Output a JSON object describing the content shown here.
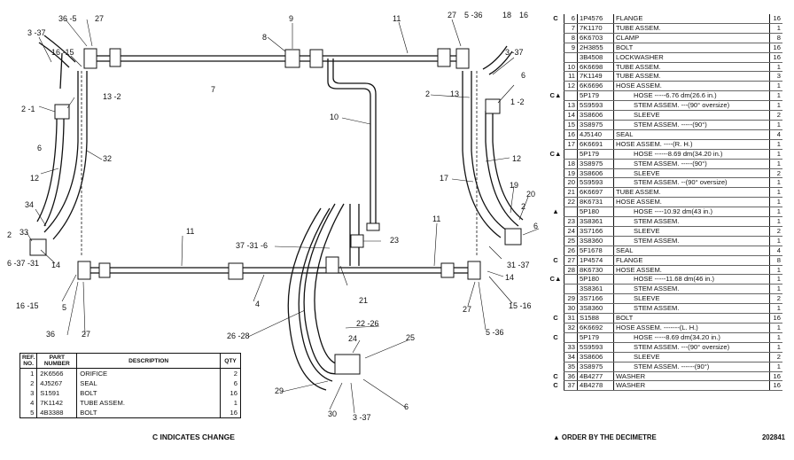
{
  "callouts": {
    "c9": "9",
    "c8": "8",
    "c11a": "11",
    "c27a": "27",
    "c5_36a": "5 -36",
    "c18": "18",
    "c16a": "16",
    "c36_5": "36 -5",
    "c27b": "27",
    "c3_37a": "3 -37",
    "c16_15a": "16 -15",
    "c7": "7",
    "c2_1": "2 -1",
    "c13_2a": "13 -2",
    "c6a": "6",
    "c32": "32",
    "c12a": "12",
    "c34": "34",
    "c2a": "2",
    "c33": "33",
    "c6_37_31": "6 -37 -31",
    "c14a": "14",
    "c16_15b": "16 -15",
    "c36b": "36",
    "c5b": "5",
    "c27c": "27",
    "c11b": "11",
    "c4": "4",
    "c10": "10",
    "c37_31_6": "37 -31 -6",
    "c23": "23",
    "c26_28": "26 -28",
    "c22_26": "22 -26",
    "c21": "21",
    "c24": "24",
    "c25": "25",
    "c29": "29",
    "c30": "30",
    "c3_37b": "3 -37",
    "c6b": "6",
    "c11c": "11",
    "c3_37c": "3 -37",
    "c6c": "6",
    "c2b": "2",
    "c13b": "13",
    "c1_2": "1 -2",
    "c12b": "12",
    "c17": "17",
    "c19": "19",
    "c20": "20",
    "c2c": "2",
    "c6d": "6",
    "c31_37": "31 -37",
    "c14b": "14",
    "c15_16": "15 -16",
    "c27d": "27",
    "c5_36b": "5 -36"
  },
  "small_table": {
    "headers": [
      "REF. NO.",
      "PART NUMBER",
      "DESCRIPTION",
      "QTY"
    ],
    "rows": [
      {
        "ref": "1",
        "part": "2K6566",
        "desc": "ORIFICE",
        "qty": "2"
      },
      {
        "ref": "2",
        "part": "4J5267",
        "desc": "SEAL",
        "qty": "6"
      },
      {
        "ref": "3",
        "part": "S1591",
        "desc": "BOLT",
        "qty": "16"
      },
      {
        "ref": "4",
        "part": "7K1142",
        "desc": "TUBE ASSEM.",
        "qty": "1"
      },
      {
        "ref": "5",
        "part": "4B3388",
        "desc": "BOLT",
        "qty": "16"
      }
    ]
  },
  "change_note": "C INDICATES CHANGE",
  "parts_list": [
    {
      "c": "C",
      "ref": "6",
      "part": "1P4576",
      "desc": "FLANGE",
      "qty": "16"
    },
    {
      "c": "",
      "ref": "7",
      "part": "7K1170",
      "desc": "TUBE ASSEM.",
      "qty": "1"
    },
    {
      "c": "",
      "ref": "8",
      "part": "6K6703",
      "desc": "CLAMP",
      "qty": "8"
    },
    {
      "c": "",
      "ref": "9",
      "part": "2H3855",
      "desc": "BOLT",
      "qty": "16"
    },
    {
      "c": "",
      "ref": "",
      "part": "3B4508",
      "desc": "LOCKWASHER",
      "qty": "16"
    },
    {
      "c": "",
      "ref": "10",
      "part": "6K6698",
      "desc": "TUBE ASSEM.",
      "qty": "1"
    },
    {
      "c": "",
      "ref": "11",
      "part": "7K1149",
      "desc": "TUBE ASSEM.",
      "qty": "3"
    },
    {
      "c": "",
      "ref": "12",
      "part": "6K6696",
      "desc": "HOSE ASSEM.",
      "qty": "1"
    },
    {
      "c": "C▲",
      "ref": "",
      "part": "5P179",
      "desc": "HOSE -----6.76 dm(26.6 in.)",
      "qty": "1",
      "sub": true
    },
    {
      "c": "",
      "ref": "13",
      "part": "5S9593",
      "desc": "STEM ASSEM. ---(90° oversize)",
      "qty": "1",
      "sub": true
    },
    {
      "c": "",
      "ref": "14",
      "part": "3S8606",
      "desc": "SLEEVE",
      "qty": "2",
      "sub": true
    },
    {
      "c": "",
      "ref": "15",
      "part": "3S8975",
      "desc": "STEM ASSEM. -----(90°)",
      "qty": "1",
      "sub": true
    },
    {
      "c": "",
      "ref": "16",
      "part": "4J5140",
      "desc": "SEAL",
      "qty": "4"
    },
    {
      "c": "",
      "ref": "17",
      "part": "6K6691",
      "desc": "HOSE ASSEM. ----(R. H.)",
      "qty": "1"
    },
    {
      "c": "C▲",
      "ref": "",
      "part": "5P179",
      "desc": "HOSE ------8.69 dm(34.20 in.)",
      "qty": "1",
      "sub": true
    },
    {
      "c": "",
      "ref": "18",
      "part": "3S8975",
      "desc": "STEM ASSEM. -----(90°)",
      "qty": "1",
      "sub": true
    },
    {
      "c": "",
      "ref": "19",
      "part": "3S8606",
      "desc": "SLEEVE",
      "qty": "2",
      "sub": true
    },
    {
      "c": "",
      "ref": "20",
      "part": "5S9593",
      "desc": "STEM ASSEM. --(90° oversize)",
      "qty": "1",
      "sub": true
    },
    {
      "c": "",
      "ref": "21",
      "part": "6K6697",
      "desc": "TUBE ASSEM.",
      "qty": "1"
    },
    {
      "c": "",
      "ref": "22",
      "part": "8K6731",
      "desc": "HOSE ASSEM.",
      "qty": "1"
    },
    {
      "c": "▲",
      "ref": "",
      "part": "5P180",
      "desc": "HOSE ----10.92 dm(43 in.)",
      "qty": "1",
      "sub": true
    },
    {
      "c": "",
      "ref": "23",
      "part": "3S8361",
      "desc": "STEM ASSEM.",
      "qty": "1",
      "sub": true
    },
    {
      "c": "",
      "ref": "24",
      "part": "3S7166",
      "desc": "SLEEVE",
      "qty": "2",
      "sub": true
    },
    {
      "c": "",
      "ref": "25",
      "part": "3S8360",
      "desc": "STEM ASSEM.",
      "qty": "1",
      "sub": true
    },
    {
      "c": "",
      "ref": "26",
      "part": "5F1678",
      "desc": "SEAL",
      "qty": "4"
    },
    {
      "c": "C",
      "ref": "27",
      "part": "1P4574",
      "desc": "FLANGE",
      "qty": "8"
    },
    {
      "c": "",
      "ref": "28",
      "part": "8K6730",
      "desc": "HOSE ASSEM.",
      "qty": "1"
    },
    {
      "c": "C▲",
      "ref": "",
      "part": "5P180",
      "desc": "HOSE -----11.68 dm(46 in.)",
      "qty": "1",
      "sub": true
    },
    {
      "c": "",
      "ref": "",
      "part": "3S8361",
      "desc": "STEM ASSEM.",
      "qty": "1",
      "sub": true
    },
    {
      "c": "",
      "ref": "29",
      "part": "3S7166",
      "desc": "SLEEVE",
      "qty": "2",
      "sub": true
    },
    {
      "c": "",
      "ref": "30",
      "part": "3S8360",
      "desc": "STEM ASSEM.",
      "qty": "1",
      "sub": true
    },
    {
      "c": "C",
      "ref": "31",
      "part": "S1588",
      "desc": "BOLT",
      "qty": "16"
    },
    {
      "c": "",
      "ref": "32",
      "part": "6K6692",
      "desc": "HOSE ASSEM. -------(L. H.)",
      "qty": "1"
    },
    {
      "c": "C",
      "ref": "",
      "part": "5P179",
      "desc": "HOSE -----8.69 dm(34.20 in.)",
      "qty": "1",
      "sub": true
    },
    {
      "c": "",
      "ref": "33",
      "part": "5S9593",
      "desc": "STEM ASSEM. ---(90° oversize)",
      "qty": "1",
      "sub": true
    },
    {
      "c": "",
      "ref": "34",
      "part": "3S8606",
      "desc": "SLEEVE",
      "qty": "2",
      "sub": true
    },
    {
      "c": "",
      "ref": "35",
      "part": "3S8975",
      "desc": "STEM ASSEM. ------(90°)",
      "qty": "1",
      "sub": true
    },
    {
      "c": "C",
      "ref": "36",
      "part": "4B4277",
      "desc": "WASHER",
      "qty": "16"
    },
    {
      "c": "C",
      "ref": "37",
      "part": "4B4278",
      "desc": "WASHER",
      "qty": "16"
    }
  ],
  "order_note": "▲ ORDER BY THE DECIMETRE",
  "figure_ref": "202841"
}
